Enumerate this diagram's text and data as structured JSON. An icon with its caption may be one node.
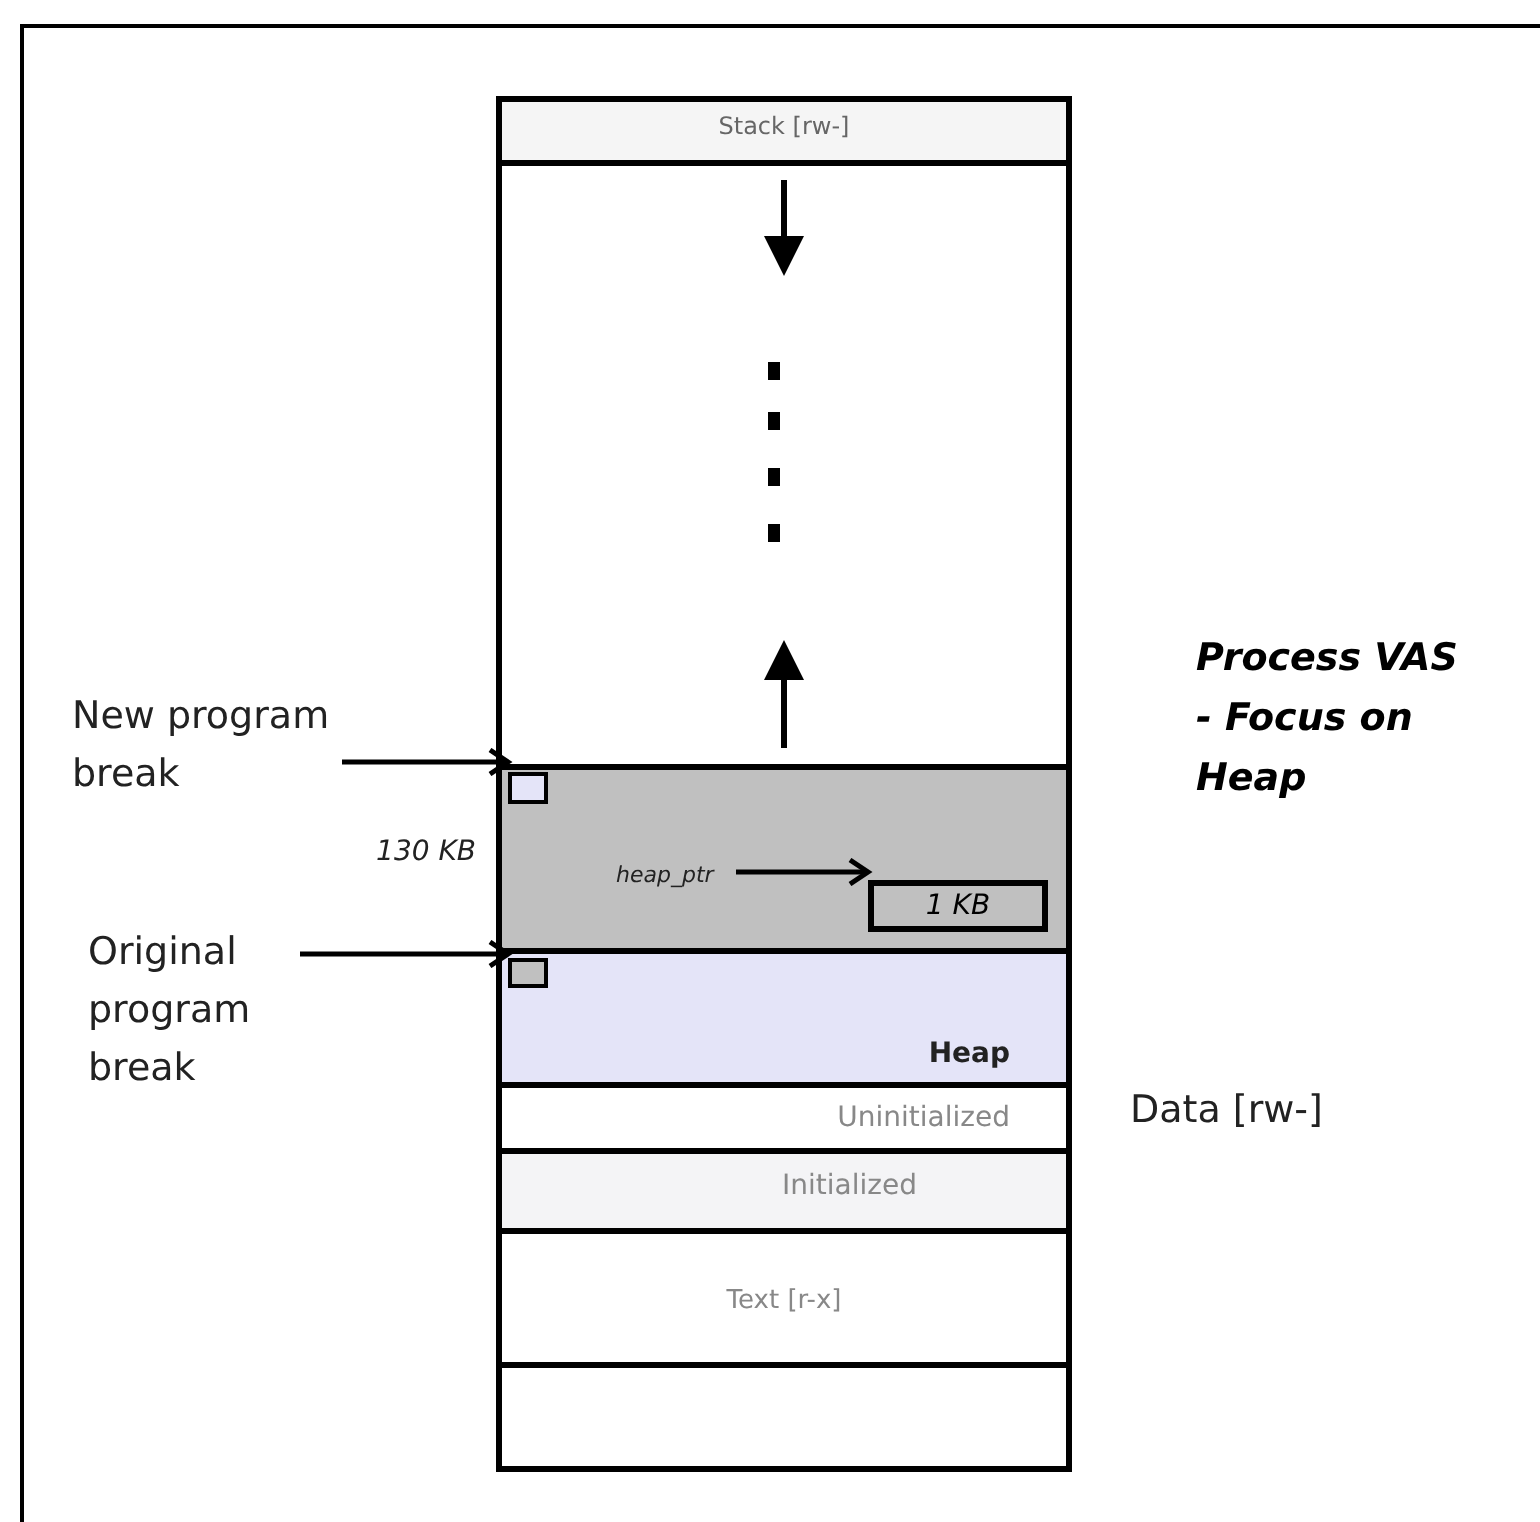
{
  "diagram": {
    "title": "Process VAS - Focus on Heap",
    "nodes": [
      {
        "text": [
          "Stack [rw-]"
        ]
      },
      {
        "text": [],
        "shape": "box"
      },
      {
        "text": [],
        "shape": "box"
      },
      {
        "text": [
          "heap_ptr"
        ],
        "in": 2
      },
      {
        "text": [
          "1 KB"
        ],
        "in": 2
      },
      {
        "text": [],
        "shape": "box",
        "in": 2
      },
      {
        "text": [
          "Heap"
        ]
      },
      {
        "text": [],
        "shape": "box",
        "in": 6
      },
      {
        "text": [
          "Uninitialized"
        ]
      },
      {
        "text": [
          "Initialized"
        ]
      },
      {
        "text": [
          "Text [r-x]"
        ]
      },
      {
        "text": [],
        "shape": "box"
      },
      {
        "text": [
          "New program break"
        ]
      },
      {
        "text": [
          "Original program break"
        ]
      }
    ],
    "edges": [
      {
        "from": 12,
        "to": 5,
        "arrow": "to"
      },
      {
        "from": 3,
        "to": 4,
        "arrow": "to"
      },
      {
        "from": 13,
        "to": 7,
        "arrow": "to"
      }
    ],
    "labels": [
      "130 KB",
      "Data [rw-]"
    ]
  }
}
